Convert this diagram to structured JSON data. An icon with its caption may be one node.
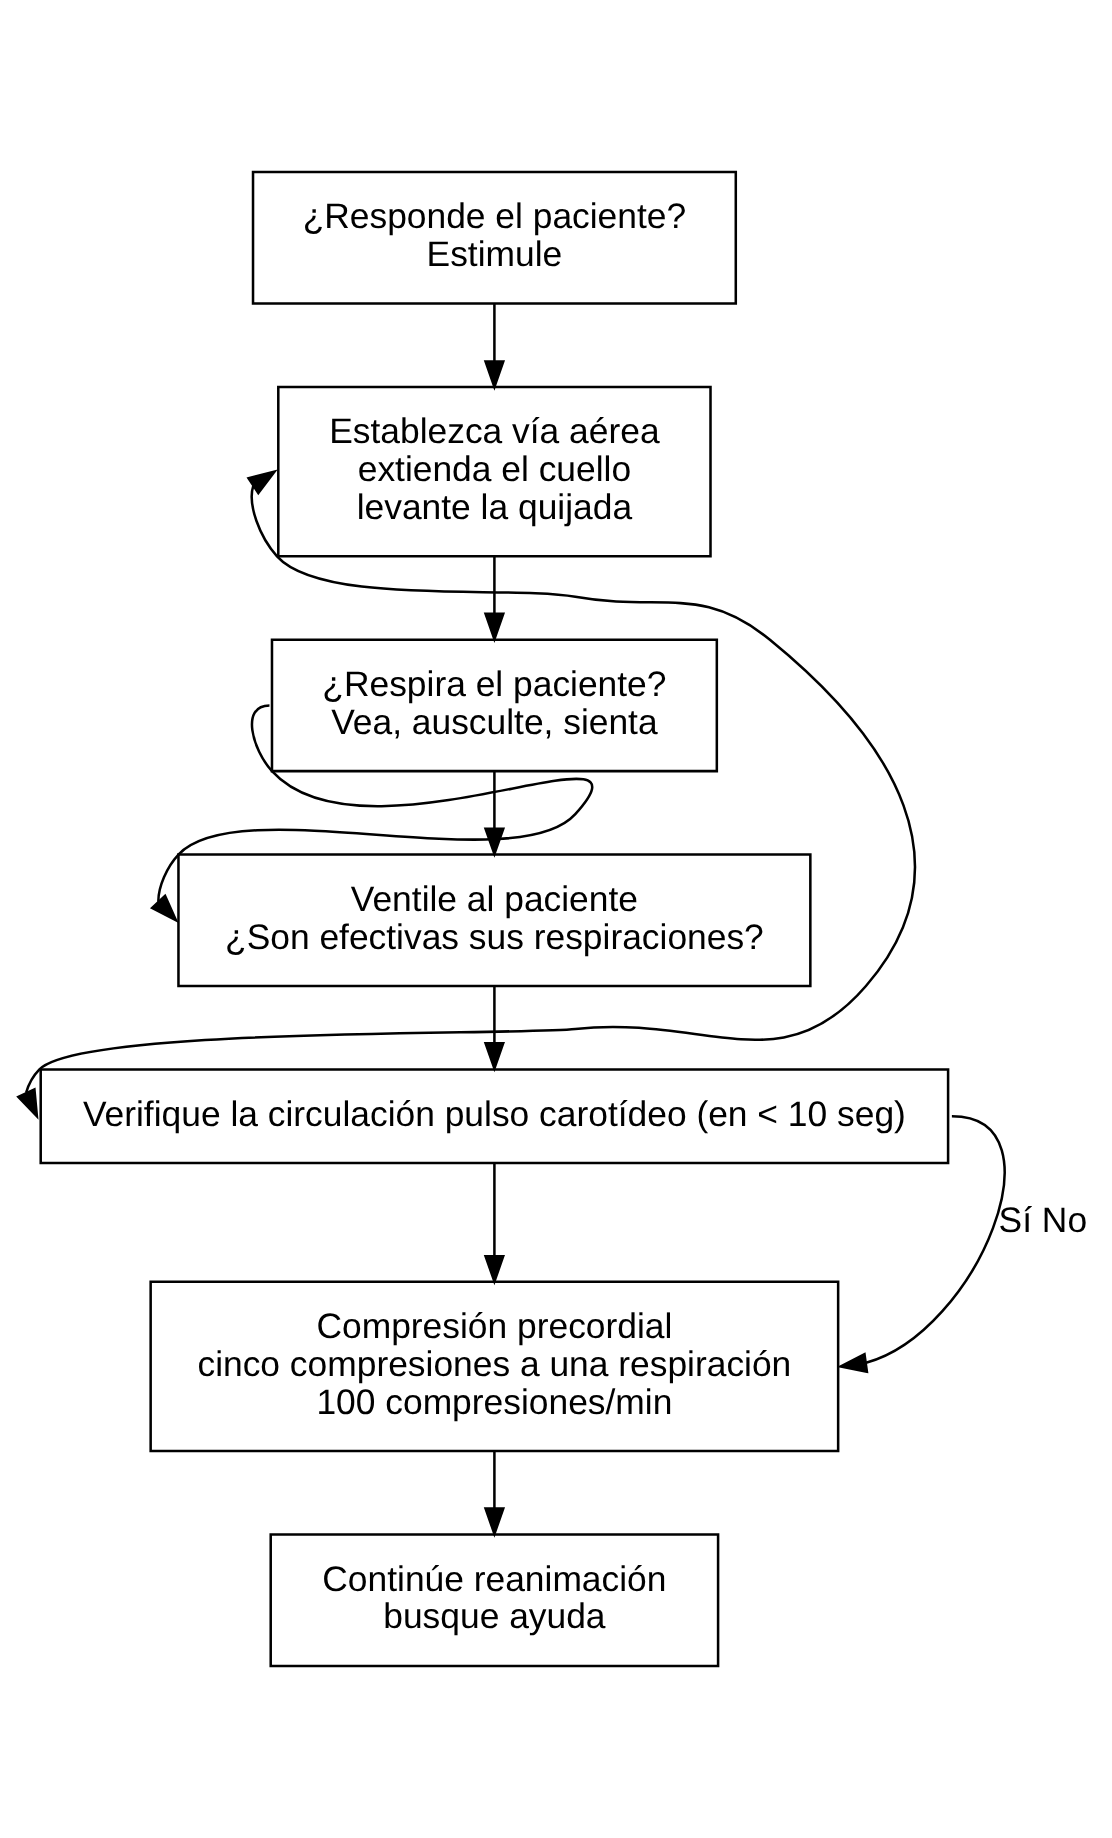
{
  "diagram": {
    "nodes": [
      {
        "text": [
          "¿Responde el paciente? Estimule"
        ]
      },
      {
        "text": [
          "Establezca vía aérea extienda el cuello levante la quijada"
        ]
      },
      {
        "text": [
          "¿Respira el paciente? Vea, ausculte, sienta"
        ]
      },
      {
        "text": [
          "Ventile al paciente ¿Son efectivas sus respiraciones?"
        ]
      },
      {
        "text": [
          "Verifique la circulación pulso carotídeo (en < 10 seg)"
        ]
      },
      {
        "text": [
          "Compresión precordial cinco compresiones a una respiración 100 compresiones/min"
        ]
      },
      {
        "text": [
          "Continúe reanimación busque ayuda"
        ]
      }
    ],
    "edges": [
      {
        "from": 0,
        "to": 1,
        "arrow": "to"
      },
      {
        "from": 1,
        "to": 2,
        "arrow": "to"
      },
      {
        "from": 2,
        "to": 3,
        "arrow": "to"
      },
      {
        "from": 2,
        "to": 3,
        "arrow": "to"
      },
      {
        "from": 3,
        "to": 4,
        "arrow": "to"
      },
      {
        "from": 1,
        "to": 4,
        "arrow": "both"
      },
      {
        "from": 4,
        "to": 5,
        "arrow": "to"
      },
      {
        "from": 4,
        "to": 5,
        "arrow": "to",
        "label": "Sí No"
      },
      {
        "from": 5,
        "to": 6,
        "arrow": "to"
      }
    ]
  }
}
